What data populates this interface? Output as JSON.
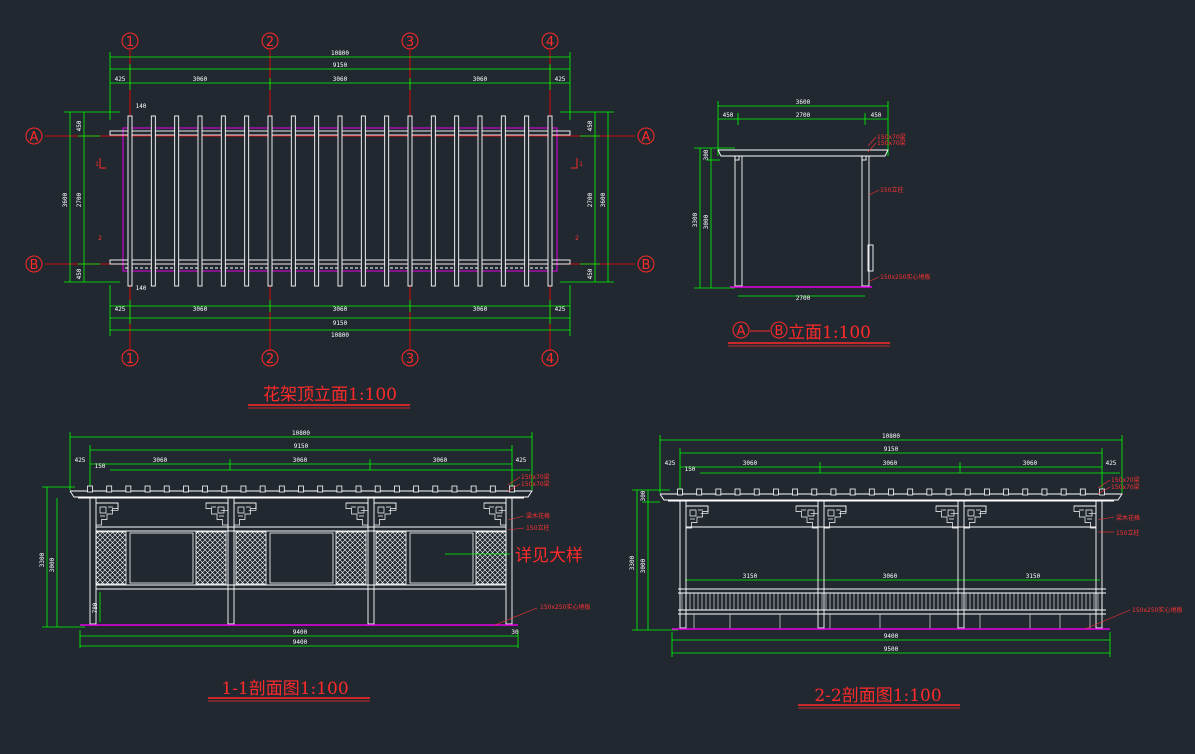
{
  "colors": {
    "background": "#212830",
    "struct": "#ffffff",
    "dim": "#00ff00",
    "label": "#ff2a2a",
    "axis": "#ff0000",
    "ground": "#e600e6"
  },
  "plan": {
    "title": "花架顶立面1:100",
    "axes_x": [
      "1",
      "2",
      "3",
      "4"
    ],
    "axes_y": [
      "A",
      "B"
    ],
    "dims_top": {
      "total": "10800",
      "inner": "9150",
      "bay1": "3060",
      "bay2": "3060",
      "bay3": "3060",
      "edge_l": "425",
      "edge_r": "425"
    },
    "dims_bottom": {
      "total": "10800",
      "inner": "9150",
      "bay1": "3060",
      "bay2": "3060",
      "bay3": "3060",
      "edge_l": "425",
      "edge_r": "425"
    },
    "dims_left": {
      "total": "3600",
      "inner": "2700",
      "top": "450",
      "bottom": "450"
    },
    "dims_right": {
      "total": "3600",
      "inner": "2700",
      "top": "450",
      "bottom": "450"
    },
    "small_marks": [
      "140",
      "140"
    ],
    "section_marks": [
      "1",
      "1",
      "2",
      "2"
    ]
  },
  "elev_ab": {
    "title": "A-B立面1:100",
    "axis_a": "A",
    "axis_b": "B",
    "dims_top": {
      "total": "3600",
      "inner": "2700",
      "left": "450",
      "right": "450"
    },
    "dims_left": {
      "total": "3300",
      "inner": "3000",
      "top": "300"
    },
    "dim_bottom": "2700",
    "notes": [
      "150x70梁",
      "150x70梁",
      "150立柱",
      "150x250实心地板"
    ]
  },
  "sec11": {
    "title": "1-1剖面图1:100",
    "dims_top": {
      "total": "10800",
      "inner": "9150",
      "bay1": "3060",
      "bay2": "3060",
      "bay3": "3060",
      "edge_l": "425",
      "edge_r": "425",
      "small": "150"
    },
    "dims_left": {
      "total": "3300",
      "inner": "3000"
    },
    "dims_bottom": {
      "inner": "9400",
      "edge": "30"
    },
    "mid": "780",
    "detail_note": "详见大样",
    "notes": [
      "150x70梁",
      "150x70梁",
      "梁木花格",
      "150立柱",
      "150x250实心地板"
    ]
  },
  "sec22": {
    "title": "2-2剖面图1:100",
    "dims_top": {
      "total": "10800",
      "inner": "9150",
      "bay1": "3060",
      "bay2": "3060",
      "bay3": "3060",
      "edge_l": "425",
      "edge_r": "425",
      "small": "150"
    },
    "dims_left": {
      "total": "3300",
      "inner": "3000",
      "top": "300"
    },
    "mid": {
      "a": "3150",
      "b": "3060",
      "c": "3150"
    },
    "dims_bottom": {
      "inner": "9400",
      "total": "9500"
    },
    "notes": [
      "150x70梁",
      "150x70梁",
      "梁木花格",
      "150立柱",
      "150x250实心地板"
    ]
  }
}
